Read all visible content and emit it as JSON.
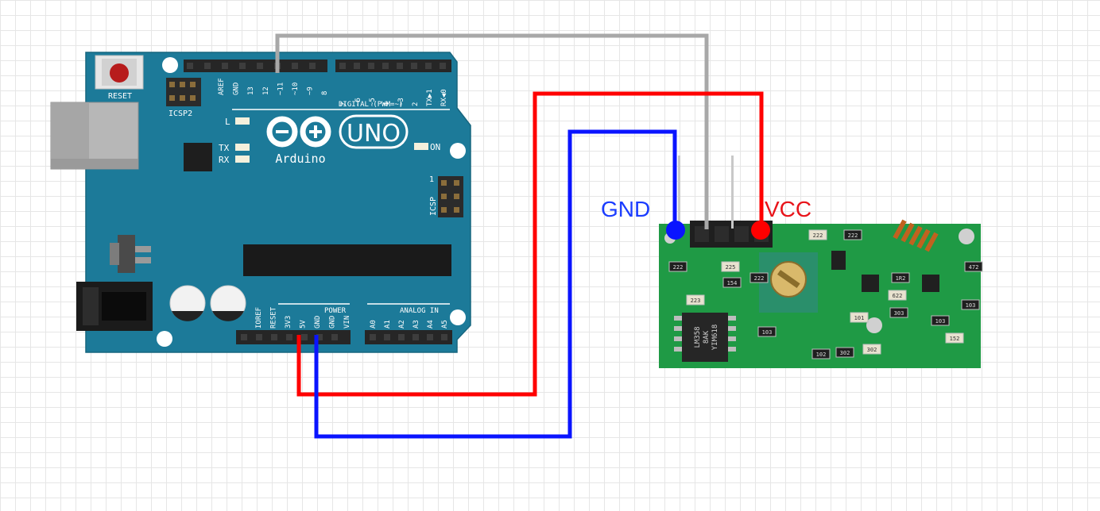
{
  "arduino": {
    "reset_label": "RESET",
    "icsp2_label": "ICSP2",
    "icsp_label": "ICSP",
    "icsp_pin1": "1",
    "led_l": "L",
    "led_tx": "TX",
    "led_rx": "RX",
    "on_label": "ON",
    "logo_text": "Arduino",
    "model": "UNO",
    "digital_label": "DIGITAL (PWM=~)",
    "digital_pins_high": [
      "AREF",
      "GND",
      "13",
      "12",
      "~11",
      "~10",
      "~9",
      "8"
    ],
    "digital_pins_low": [
      "7",
      "~6",
      "~5",
      "4",
      "~3",
      "2",
      "TX▶1",
      "RX◀0"
    ],
    "power_label": "POWER",
    "power_pins": [
      "IOREF",
      "RESET",
      "3V3",
      "5V",
      "GND",
      "GND",
      "VIN"
    ],
    "analog_label": "ANALOG IN",
    "analog_pins": [
      "A0",
      "A1",
      "A2",
      "A3",
      "A4",
      "A5"
    ]
  },
  "receiver": {
    "gnd_label": "GND",
    "vcc_label": "VCC",
    "chip_text": [
      "LM358",
      "8AK",
      "YIM618"
    ],
    "smd_codes": [
      "222",
      "222",
      "222",
      "225",
      "154",
      "222",
      "223",
      "103",
      "1R2",
      "622",
      "303",
      "103",
      "152",
      "103",
      "472",
      "101",
      "102",
      "302",
      "302"
    ]
  },
  "wires": [
    {
      "from": "Arduino 5V",
      "to": "VCC",
      "color": "#ff0000"
    },
    {
      "from": "Arduino GND",
      "to": "GND",
      "color": "#0a14ff"
    },
    {
      "from": "Arduino pin ~11",
      "to": "DATA",
      "color": "#a8a8a8"
    }
  ],
  "colors": {
    "board": "#1c7a99",
    "receiver_pcb": "#1f9a45",
    "wire_red": "#ff0000",
    "wire_blue": "#0a14ff",
    "wire_gray": "#a8a8a8"
  }
}
